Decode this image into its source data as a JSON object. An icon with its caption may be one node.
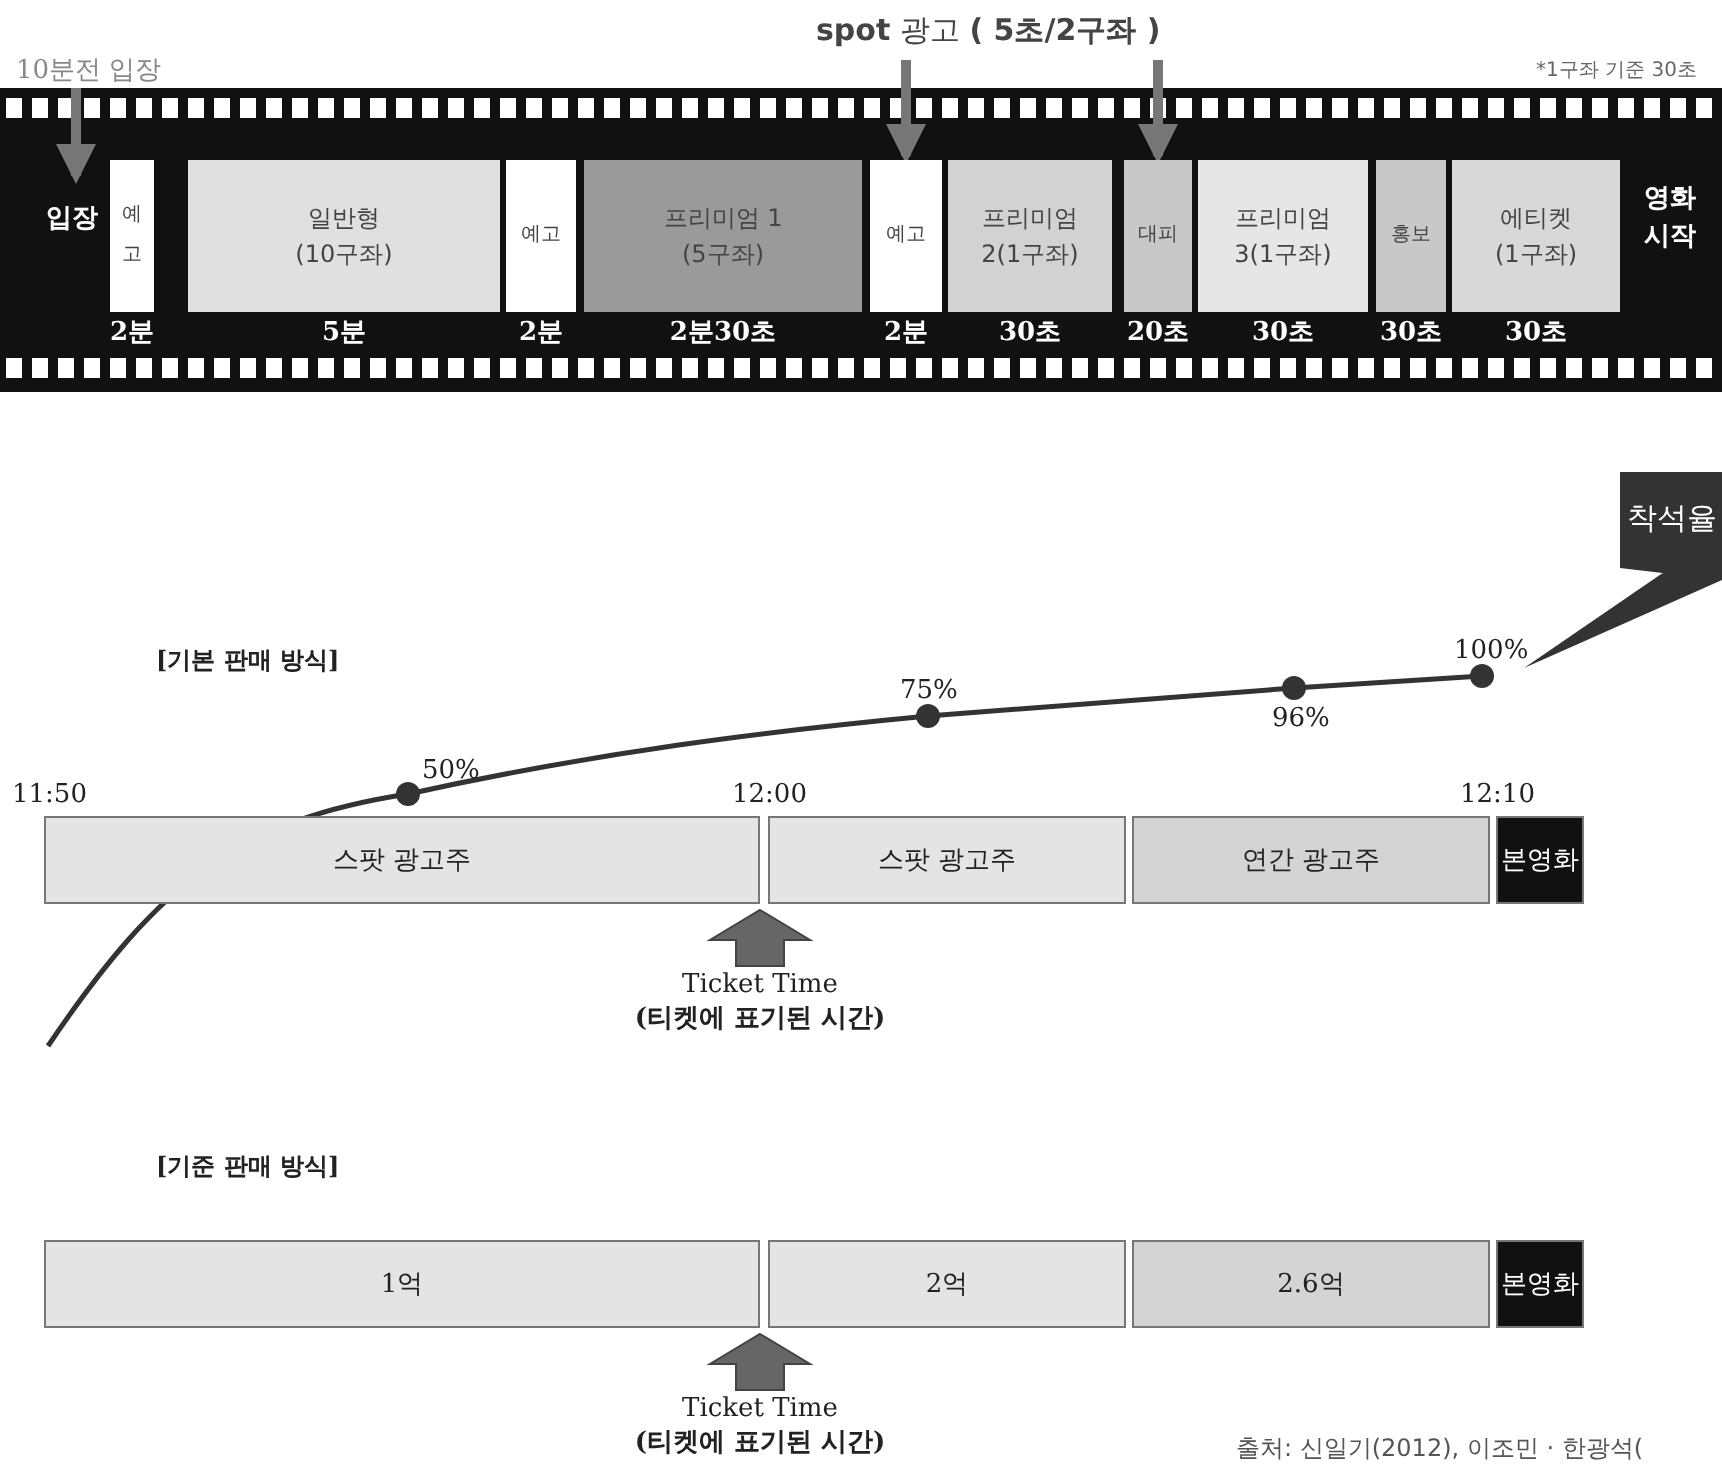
{
  "diagram": {
    "nodes": [
      {
        "text": [
          "10분전 입장"
        ]
      },
      {
        "text": [
          "**spot** 광고 **( 5초/2구좌 )**"
        ]
      },
      {
        "text": [
          "입장"
        ]
      },
      {
        "text": [
          "예고"
        ],
        "beside": [
          "2분"
        ]
      },
      {
        "text": [
          "일반형",
          "(10구좌)"
        ],
        "beside": [
          "5분"
        ]
      },
      {
        "text": [
          "예고"
        ],
        "beside": [
          "2분"
        ]
      },
      {
        "text": [
          "프리미엄 1",
          "(5구좌)"
        ],
        "beside": [
          "2분30초"
        ]
      },
      {
        "text": [
          "예고"
        ],
        "beside": [
          "2분"
        ]
      },
      {
        "text": [
          "프리미엄",
          "2(1구좌)"
        ],
        "beside": [
          "30초"
        ]
      },
      {
        "text": [
          "대피"
        ],
        "beside": [
          "20초"
        ]
      },
      {
        "text": [
          "프리미엄",
          "3(1구좌)"
        ],
        "beside": [
          "30초"
        ]
      },
      {
        "text": [
          "홍보"
        ],
        "beside": [
          "30초"
        ]
      },
      {
        "text": [
          "에티켓",
          "(1구좌)"
        ],
        "beside": [
          "30초"
        ]
      },
      {
        "text": [
          "영화 시작"
        ]
      },
      {
        "text": [
          "착석율"
        ]
      },
      {
        "text": [
          "스팟 광고주"
        ]
      },
      {
        "text": [
          "스팟 광고주"
        ]
      },
      {
        "text": [
          "연간 광고주"
        ]
      },
      {
        "text": [
          "본영화"
        ]
      },
      {
        "text": [
          "1억"
        ]
      },
      {
        "text": [
          "2억"
        ]
      },
      {
        "text": [
          "2.6억"
        ]
      },
      {
        "text": [
          "본영화"
        ]
      },
      {
        "text": [
          "Ticket Time",
          "(티켓에 표기된 시간)"
        ]
      },
      {
        "text": [
          "Ticket Time",
          "(티켓에 표기된 시간)"
        ]
      }
    ],
    "edges": [
      {
        "from": 0,
        "to": 2,
        "arrow": "to"
      },
      {
        "from": 1,
        "to": 7,
        "arrow": "to"
      },
      {
        "from": 1,
        "to": 9,
        "arrow": "to"
      },
      {
        "from": 23,
        "to": null,
        "arrow": "to"
      },
      {
        "from": 24,
        "to": null,
        "arrow": "to"
      }
    ],
    "labels": [
      "*1구좌 기준 30초",
      "[기본 판매 방식]",
      "100%",
      "75%",
      "96%",
      "50%",
      "11:50",
      "12:00",
      "12:10",
      "[기준 판매 방식]",
      "출처: 신일기(2012), 이조민 · 한광석("
    ]
  }
}
